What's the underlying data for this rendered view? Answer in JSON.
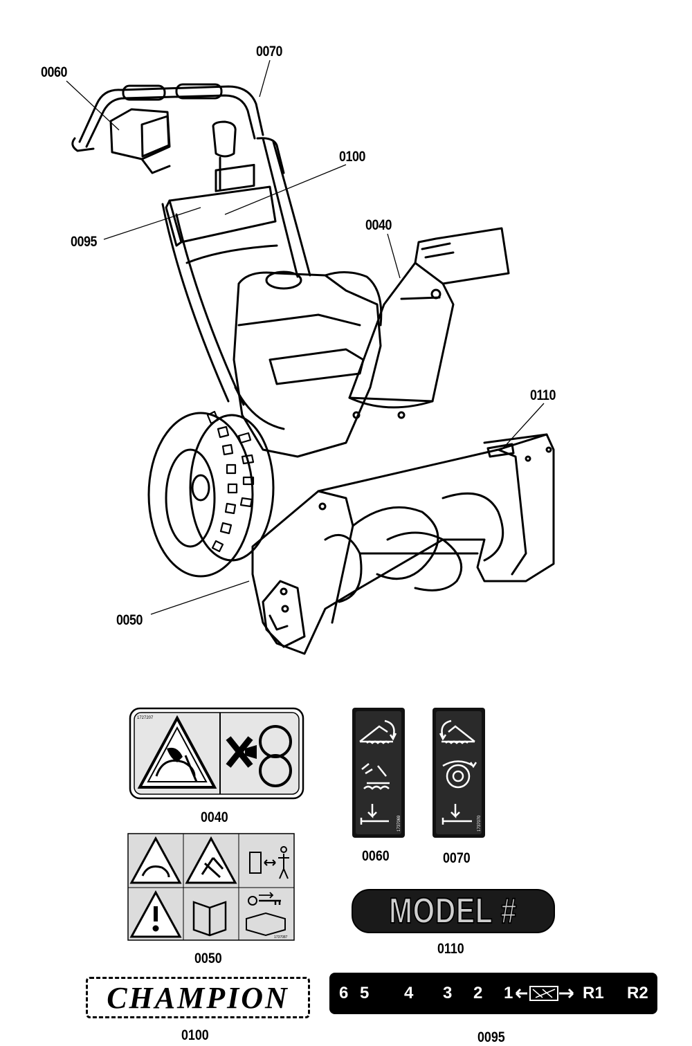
{
  "callouts": {
    "c0060": "0060",
    "c0070": "0070",
    "c0100": "0100",
    "c0095": "0095",
    "c0040": "0040",
    "c0110": "0110",
    "c0050": "0050"
  },
  "decals": {
    "d0040": {
      "caption": "0040",
      "part_no": "1727207"
    },
    "d0060": {
      "caption": "0060",
      "part_no": "1737069"
    },
    "d0070": {
      "caption": "0070",
      "part_no": "1737070"
    },
    "d0050": {
      "caption": "0050",
      "part_no": "1737087"
    },
    "d0110": {
      "caption": "0110",
      "text": "MODEL #"
    },
    "d0100": {
      "caption": "0100",
      "text": "CHAMPION"
    },
    "d0095": {
      "caption": "0095",
      "forward_gears": [
        "6",
        "5",
        "4",
        "3",
        "2",
        "1"
      ],
      "reverse_gears": [
        "R1",
        "R2"
      ]
    }
  }
}
